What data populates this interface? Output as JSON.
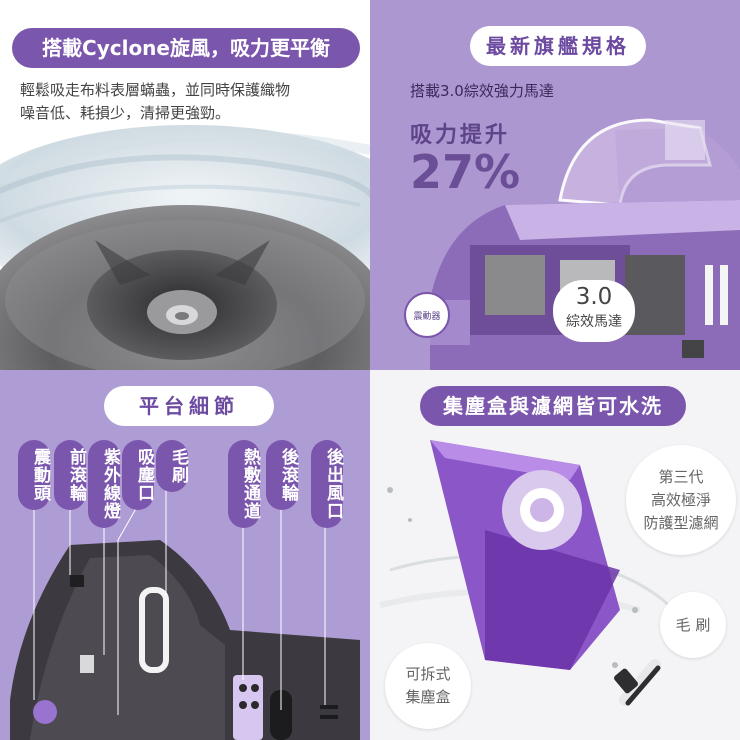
{
  "panel1": {
    "title": "搭載Cyclone旋風，吸力更平衡",
    "desc_line1": "輕鬆吸走布料表層蟎蟲，並同時保護織物",
    "desc_line2": "噪音低、耗損少，清掃更強勁。"
  },
  "panel2": {
    "title": "最新旗艦規格",
    "motor_caption": "搭載3.0綜效強力馬達",
    "suction_label": "吸力提升",
    "suction_value": "27%",
    "vibrator_tag": "震動器",
    "badge_number": "3.0",
    "badge_text": "綜效馬達"
  },
  "panel3": {
    "title": "平台細節",
    "labels": [
      "震動頭",
      "前滾輪",
      "紫外線燈",
      "吸塵口",
      "毛刷",
      "熱敷通道",
      "後滾輪",
      "後出風口"
    ]
  },
  "panel4": {
    "title": "集塵盒與濾網皆可水洗",
    "filter_line1": "第三代",
    "filter_line2": "高效極淨",
    "filter_line3": "防護型濾網",
    "brush_label": "毛 刷",
    "box_line1": "可拆式",
    "box_line2": "集塵盒"
  },
  "colors": {
    "purple_dark": "#7b56ad",
    "purple_bg": "#ad97d0",
    "accent_number": "#6a4f97"
  }
}
